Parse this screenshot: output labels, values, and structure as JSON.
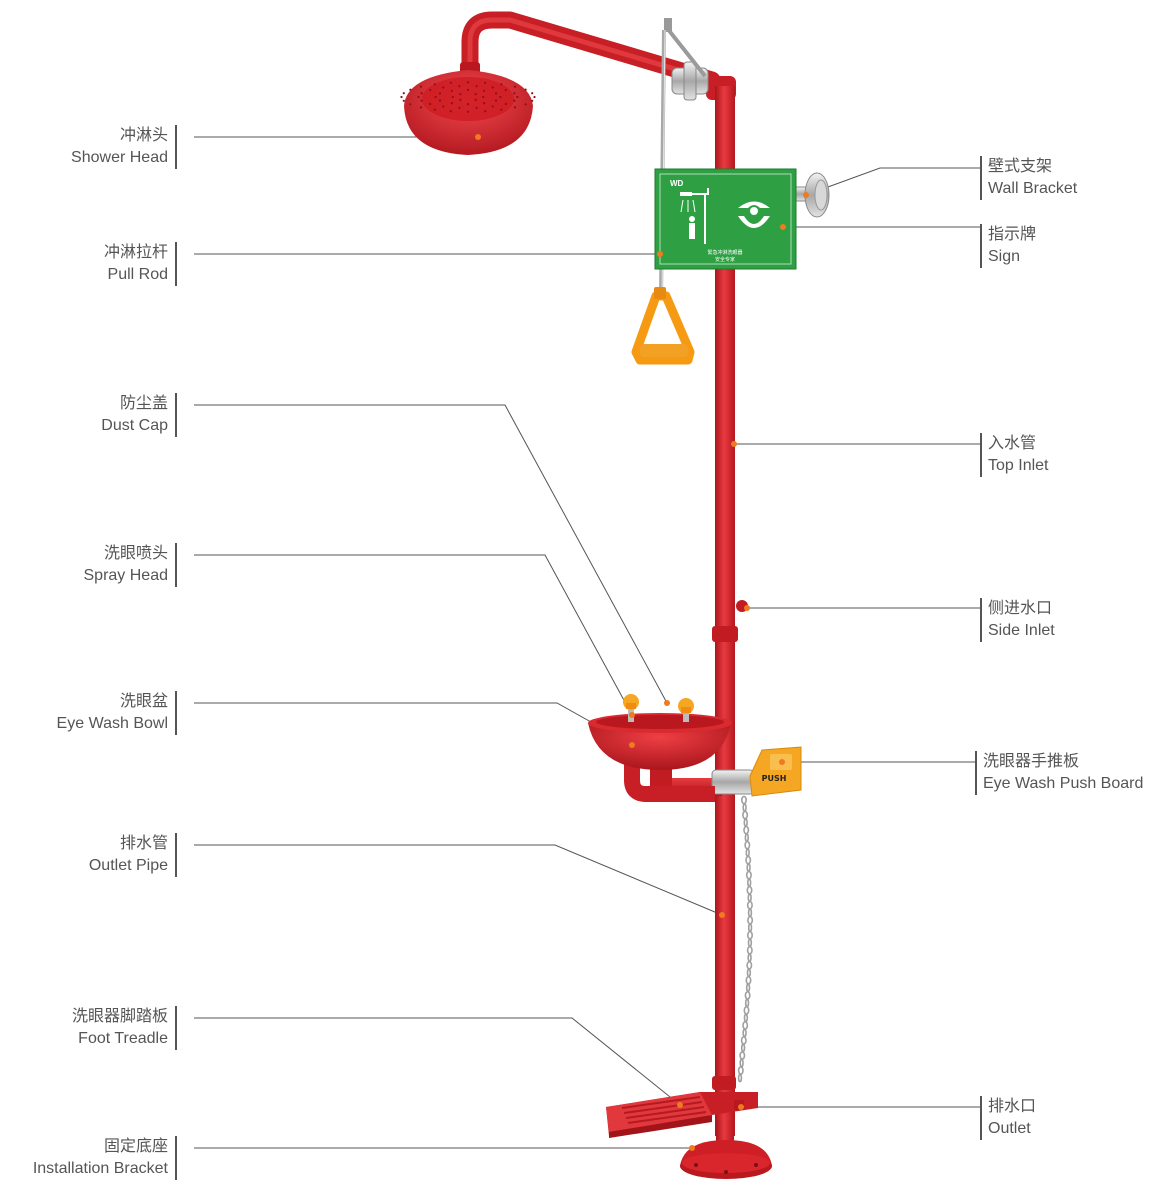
{
  "labels": [
    {
      "id": "shower-head",
      "zh": "冲淋头",
      "en": "Shower Head"
    },
    {
      "id": "pull-rod",
      "zh": "冲淋拉杆",
      "en": "Pull Rod"
    },
    {
      "id": "dust-cap",
      "zh": "防尘盖",
      "en": "Dust Cap"
    },
    {
      "id": "spray-head",
      "zh": "洗眼喷头",
      "en": "Spray Head"
    },
    {
      "id": "eye-wash-bowl",
      "zh": "洗眼盆",
      "en": "Eye Wash Bowl"
    },
    {
      "id": "outlet-pipe",
      "zh": "排水管",
      "en": "Outlet Pipe"
    },
    {
      "id": "foot-treadle",
      "zh": "洗眼器脚踏板",
      "en": "Foot Treadle"
    },
    {
      "id": "installation-bracket",
      "zh": "固定底座",
      "en": "Installation Bracket"
    },
    {
      "id": "wall-bracket",
      "zh": "壁式支架",
      "en": "Wall Bracket"
    },
    {
      "id": "sign",
      "zh": "指示牌",
      "en": "Sign"
    },
    {
      "id": "top-inlet",
      "zh": "入水管",
      "en": "Top Inlet"
    },
    {
      "id": "side-inlet",
      "zh": "侧进水口",
      "en": "Side Inlet"
    },
    {
      "id": "eye-wash-push-board",
      "zh": "洗眼器手推板",
      "en": "Eye Wash Push Board"
    },
    {
      "id": "outlet",
      "zh": "排水口",
      "en": "Outlet"
    }
  ],
  "sign_panel": {
    "brand": "WD",
    "text1": "緊急冲淋洗眼器",
    "text2": "安全专家"
  },
  "push_board": {
    "text": "PUSH"
  },
  "colors": {
    "red": "#d9232a",
    "red_dark": "#a9161c",
    "orange": "#f59a12",
    "green": "#2ea043",
    "dot": "#f07a1e",
    "leader": "#555555"
  }
}
